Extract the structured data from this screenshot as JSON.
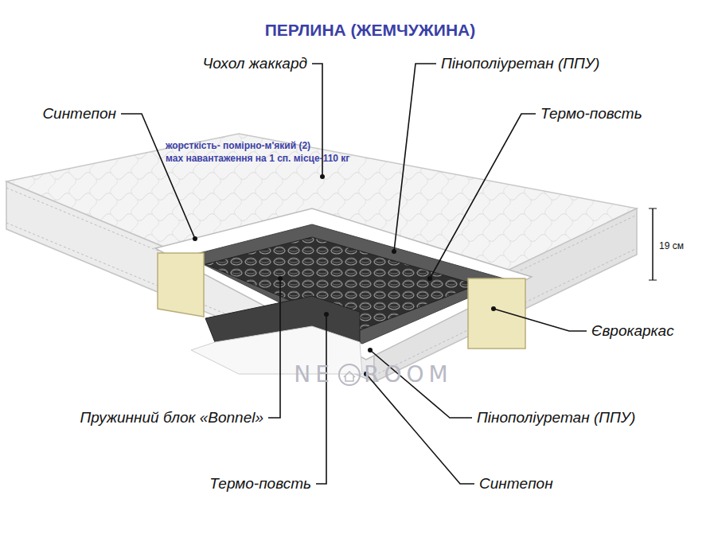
{
  "diagram": {
    "title": "ПЕРЛИНА (ЖЕМЧУЖИНА)",
    "labels": [
      "Чохол жаккард",
      "Пінополіуретан (ППУ)",
      "Синтепон",
      "Термо-повсть",
      "жорсткість- помірно-м'який (2)",
      "мах навантаження на 1 сп. місце-110 кг",
      "19 см",
      "Єврокаркас",
      "NE",
      "ROOM",
      "Пружинний блок «Bonnel»",
      "Пінополіуретан (ППУ)",
      "Термо-повсть",
      "Синтепон"
    ]
  }
}
